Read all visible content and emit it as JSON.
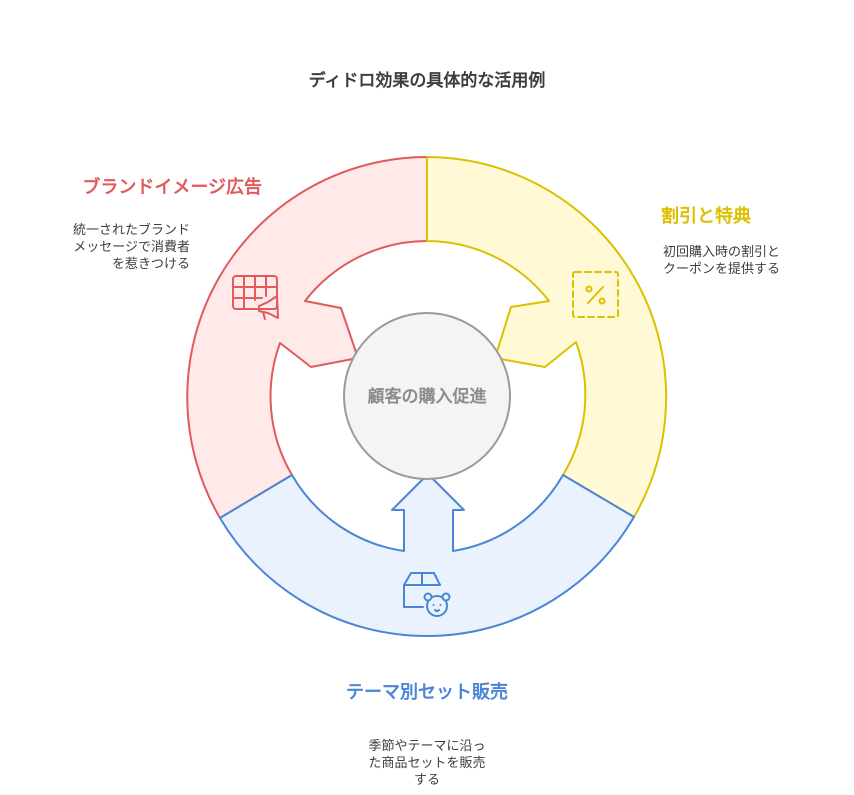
{
  "title": "ディドロ効果の具体的な活用例",
  "center": {
    "label": "顧客の購入促進"
  },
  "segments": [
    {
      "heading": "ブランドイメージ広告",
      "description": [
        "統一されたブランド",
        "メッセージで消費者",
        "を惹きつける"
      ],
      "icon": "billboard-megaphone-icon",
      "color": "#e05b5b",
      "fill": "#ffe9e9"
    },
    {
      "heading": "割引と特典",
      "description": [
        "初回購入時の割引と",
        "クーポンを提供する"
      ],
      "icon": "percent-coupon-icon",
      "color": "#dcc000",
      "fill": "#fff9d6"
    },
    {
      "heading": "テーマ別セット販売",
      "description": [
        "季節やテーマに沿っ",
        "た商品セットを販売",
        "する"
      ],
      "icon": "gift-box-bear-icon",
      "color": "#4a85d6",
      "fill": "#eaf2fd"
    }
  ]
}
